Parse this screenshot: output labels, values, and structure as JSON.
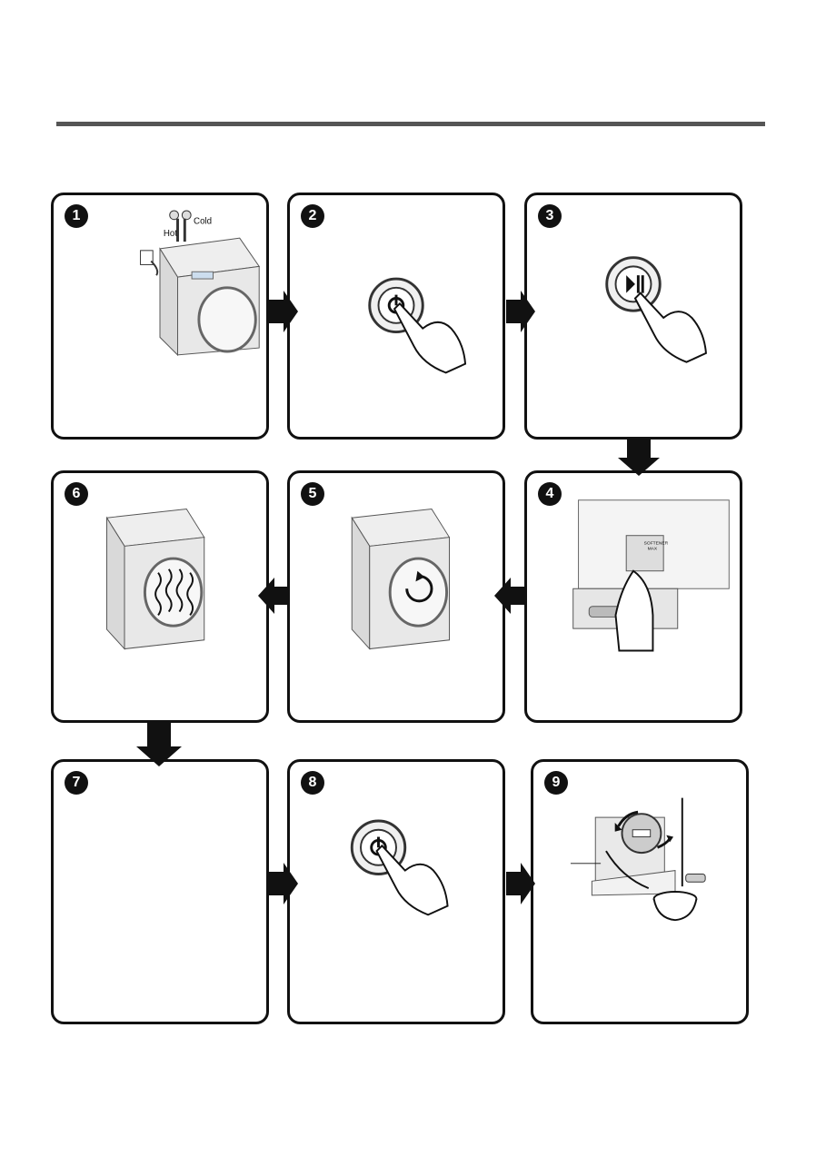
{
  "steps": [
    {
      "num": "1",
      "labels": {
        "hot": "Hot",
        "cold": "Cold"
      }
    },
    {
      "num": "2"
    },
    {
      "num": "3"
    },
    {
      "num": "4",
      "detergent_label_1": "SOFTENER",
      "detergent_label_2": "MAX"
    },
    {
      "num": "5"
    },
    {
      "num": "6"
    },
    {
      "num": "7"
    },
    {
      "num": "8"
    },
    {
      "num": "9"
    }
  ],
  "icons": [
    "power-button-icon",
    "play-pause-button-icon",
    "rotation-icon",
    "heat-waves-icon",
    "direction-arrow-icon"
  ]
}
